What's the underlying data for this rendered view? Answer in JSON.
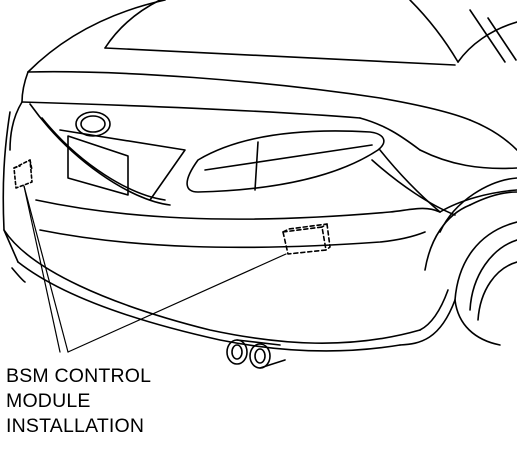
{
  "callout": {
    "lines": [
      "BSM CONTROL",
      "MODULE",
      "INSTALLATION"
    ]
  },
  "colors": {
    "line": "#000000",
    "background": "#ffffff"
  }
}
